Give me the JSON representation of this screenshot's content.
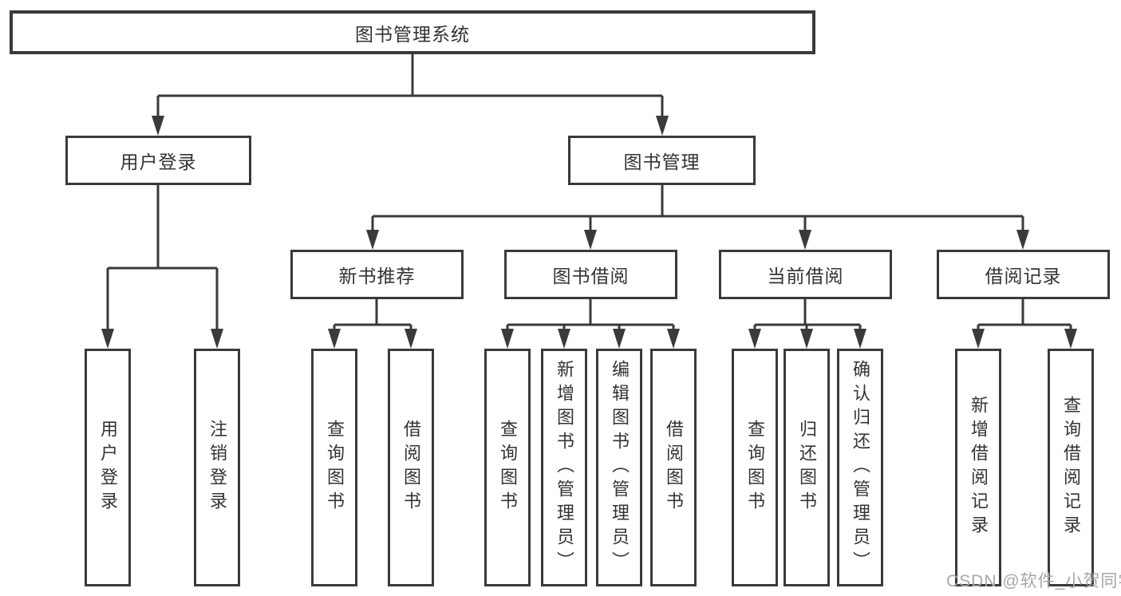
{
  "title": "图书管理系统",
  "watermark": "CSDN @软件_小贺同学",
  "colors": {
    "line": "#3a3a3a",
    "text": "#333333",
    "background": "#ffffff",
    "box_fill": "#ffffff",
    "watermark": "#a2a8ac"
  },
  "tree": {
    "label": "图书管理系统",
    "children": [
      {
        "label": "用户登录",
        "children": [
          {
            "label": "用户登录"
          },
          {
            "label": "注销登录"
          }
        ]
      },
      {
        "label": "图书管理",
        "children": [
          {
            "label": "新书推荐",
            "children": [
              {
                "label": "查询图书"
              },
              {
                "label": "借阅图书"
              }
            ]
          },
          {
            "label": "图书借阅",
            "children": [
              {
                "label": "查询图书"
              },
              {
                "label": "新增图书（管理员）"
              },
              {
                "label": "编辑图书（管理员）"
              },
              {
                "label": "借阅图书"
              }
            ]
          },
          {
            "label": "当前借阅",
            "children": [
              {
                "label": "查询图书"
              },
              {
                "label": "归还图书"
              },
              {
                "label": "确认归还（管理员）"
              }
            ]
          },
          {
            "label": "借阅记录",
            "children": [
              {
                "label": "新增借阅记录"
              },
              {
                "label": "查询借阅记录"
              }
            ]
          }
        ]
      }
    ]
  }
}
